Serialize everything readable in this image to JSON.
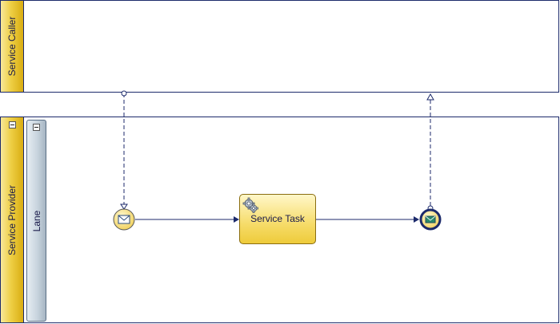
{
  "pools": {
    "caller": {
      "label": "Service Caller"
    },
    "provider": {
      "label": "Service Provider",
      "lane": {
        "label": "Lane"
      }
    }
  },
  "task": {
    "label": "Service Task",
    "icon": "gear-icon"
  },
  "start_event": {
    "type": "message-start-event",
    "icon": "envelope-icon"
  },
  "end_event": {
    "type": "message-end-event",
    "icon": "envelope-icon"
  },
  "colors": {
    "pool_border": "#1c2a6b",
    "header_fill": "#eecf45",
    "lane_fill": "#c8d4de",
    "task_fill": "#f6dc6a",
    "flow_line": "#1c2a6b"
  }
}
